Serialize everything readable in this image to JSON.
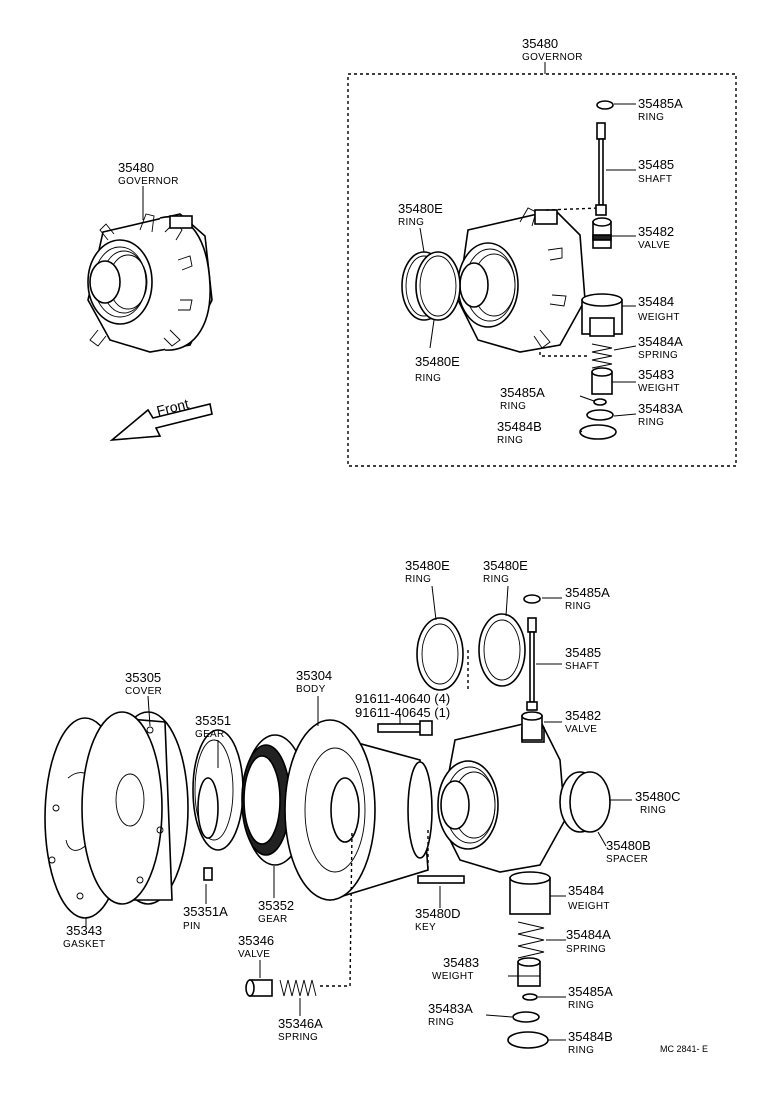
{
  "top_left": {
    "part_no": "35480",
    "name": "GOVERNOR"
  },
  "front_arrow": "Front",
  "box": {
    "part_no": "35480",
    "name": "GOVERNOR"
  },
  "box_labels": [
    {
      "part_no": "35485A",
      "name": "RING"
    },
    {
      "part_no": "35485",
      "name": "SHAFT"
    },
    {
      "part_no": "35482",
      "name": "VALVE"
    },
    {
      "part_no": "35484",
      "name": "WEIGHT"
    },
    {
      "part_no": "35484A",
      "name": "SPRING"
    },
    {
      "part_no": "35483",
      "name": "WEIGHT"
    },
    {
      "part_no": "35483A",
      "name": "RING"
    },
    {
      "part_no": "35480E",
      "name": "RING"
    },
    {
      "part_no": "35480E",
      "name": "RING"
    },
    {
      "part_no": "35485A",
      "name": "RING"
    },
    {
      "part_no": "35484B",
      "name": "RING"
    }
  ],
  "bottom_labels": [
    {
      "part_no": "35480E",
      "name": "RING"
    },
    {
      "part_no": "35480E",
      "name": "RING"
    },
    {
      "part_no": "35485A",
      "name": "RING"
    },
    {
      "part_no": "35485",
      "name": "SHAFT"
    },
    {
      "part_no": "35482",
      "name": "VALVE"
    },
    {
      "part_no": "35480C",
      "name": "RING"
    },
    {
      "part_no": "35480B",
      "name": "SPACER"
    },
    {
      "part_no": "35484",
      "name": "WEIGHT"
    },
    {
      "part_no": "35484A",
      "name": "SPRING"
    },
    {
      "part_no": "35483",
      "name": "WEIGHT"
    },
    {
      "part_no": "35485A",
      "name": "RING"
    },
    {
      "part_no": "35483A",
      "name": "RING"
    },
    {
      "part_no": "35484B",
      "name": "RING"
    },
    {
      "part_no": "35480D",
      "name": "KEY"
    },
    {
      "part_no": "35305",
      "name": "COVER"
    },
    {
      "part_no": "35304",
      "name": "BODY"
    },
    {
      "part_no": "35351",
      "name": "GEAR"
    },
    {
      "part_no": "35351A",
      "name": "PIN"
    },
    {
      "part_no": "35352",
      "name": "GEAR"
    },
    {
      "part_no": "35343",
      "name": "GASKET"
    },
    {
      "part_no": "35346",
      "name": "VALVE"
    },
    {
      "part_no": "35346A",
      "name": "SPRING"
    }
  ],
  "bolts": [
    "91611-40640 (4)",
    "91611-40645 (1)"
  ],
  "diagram_code": "MC 2841- E"
}
